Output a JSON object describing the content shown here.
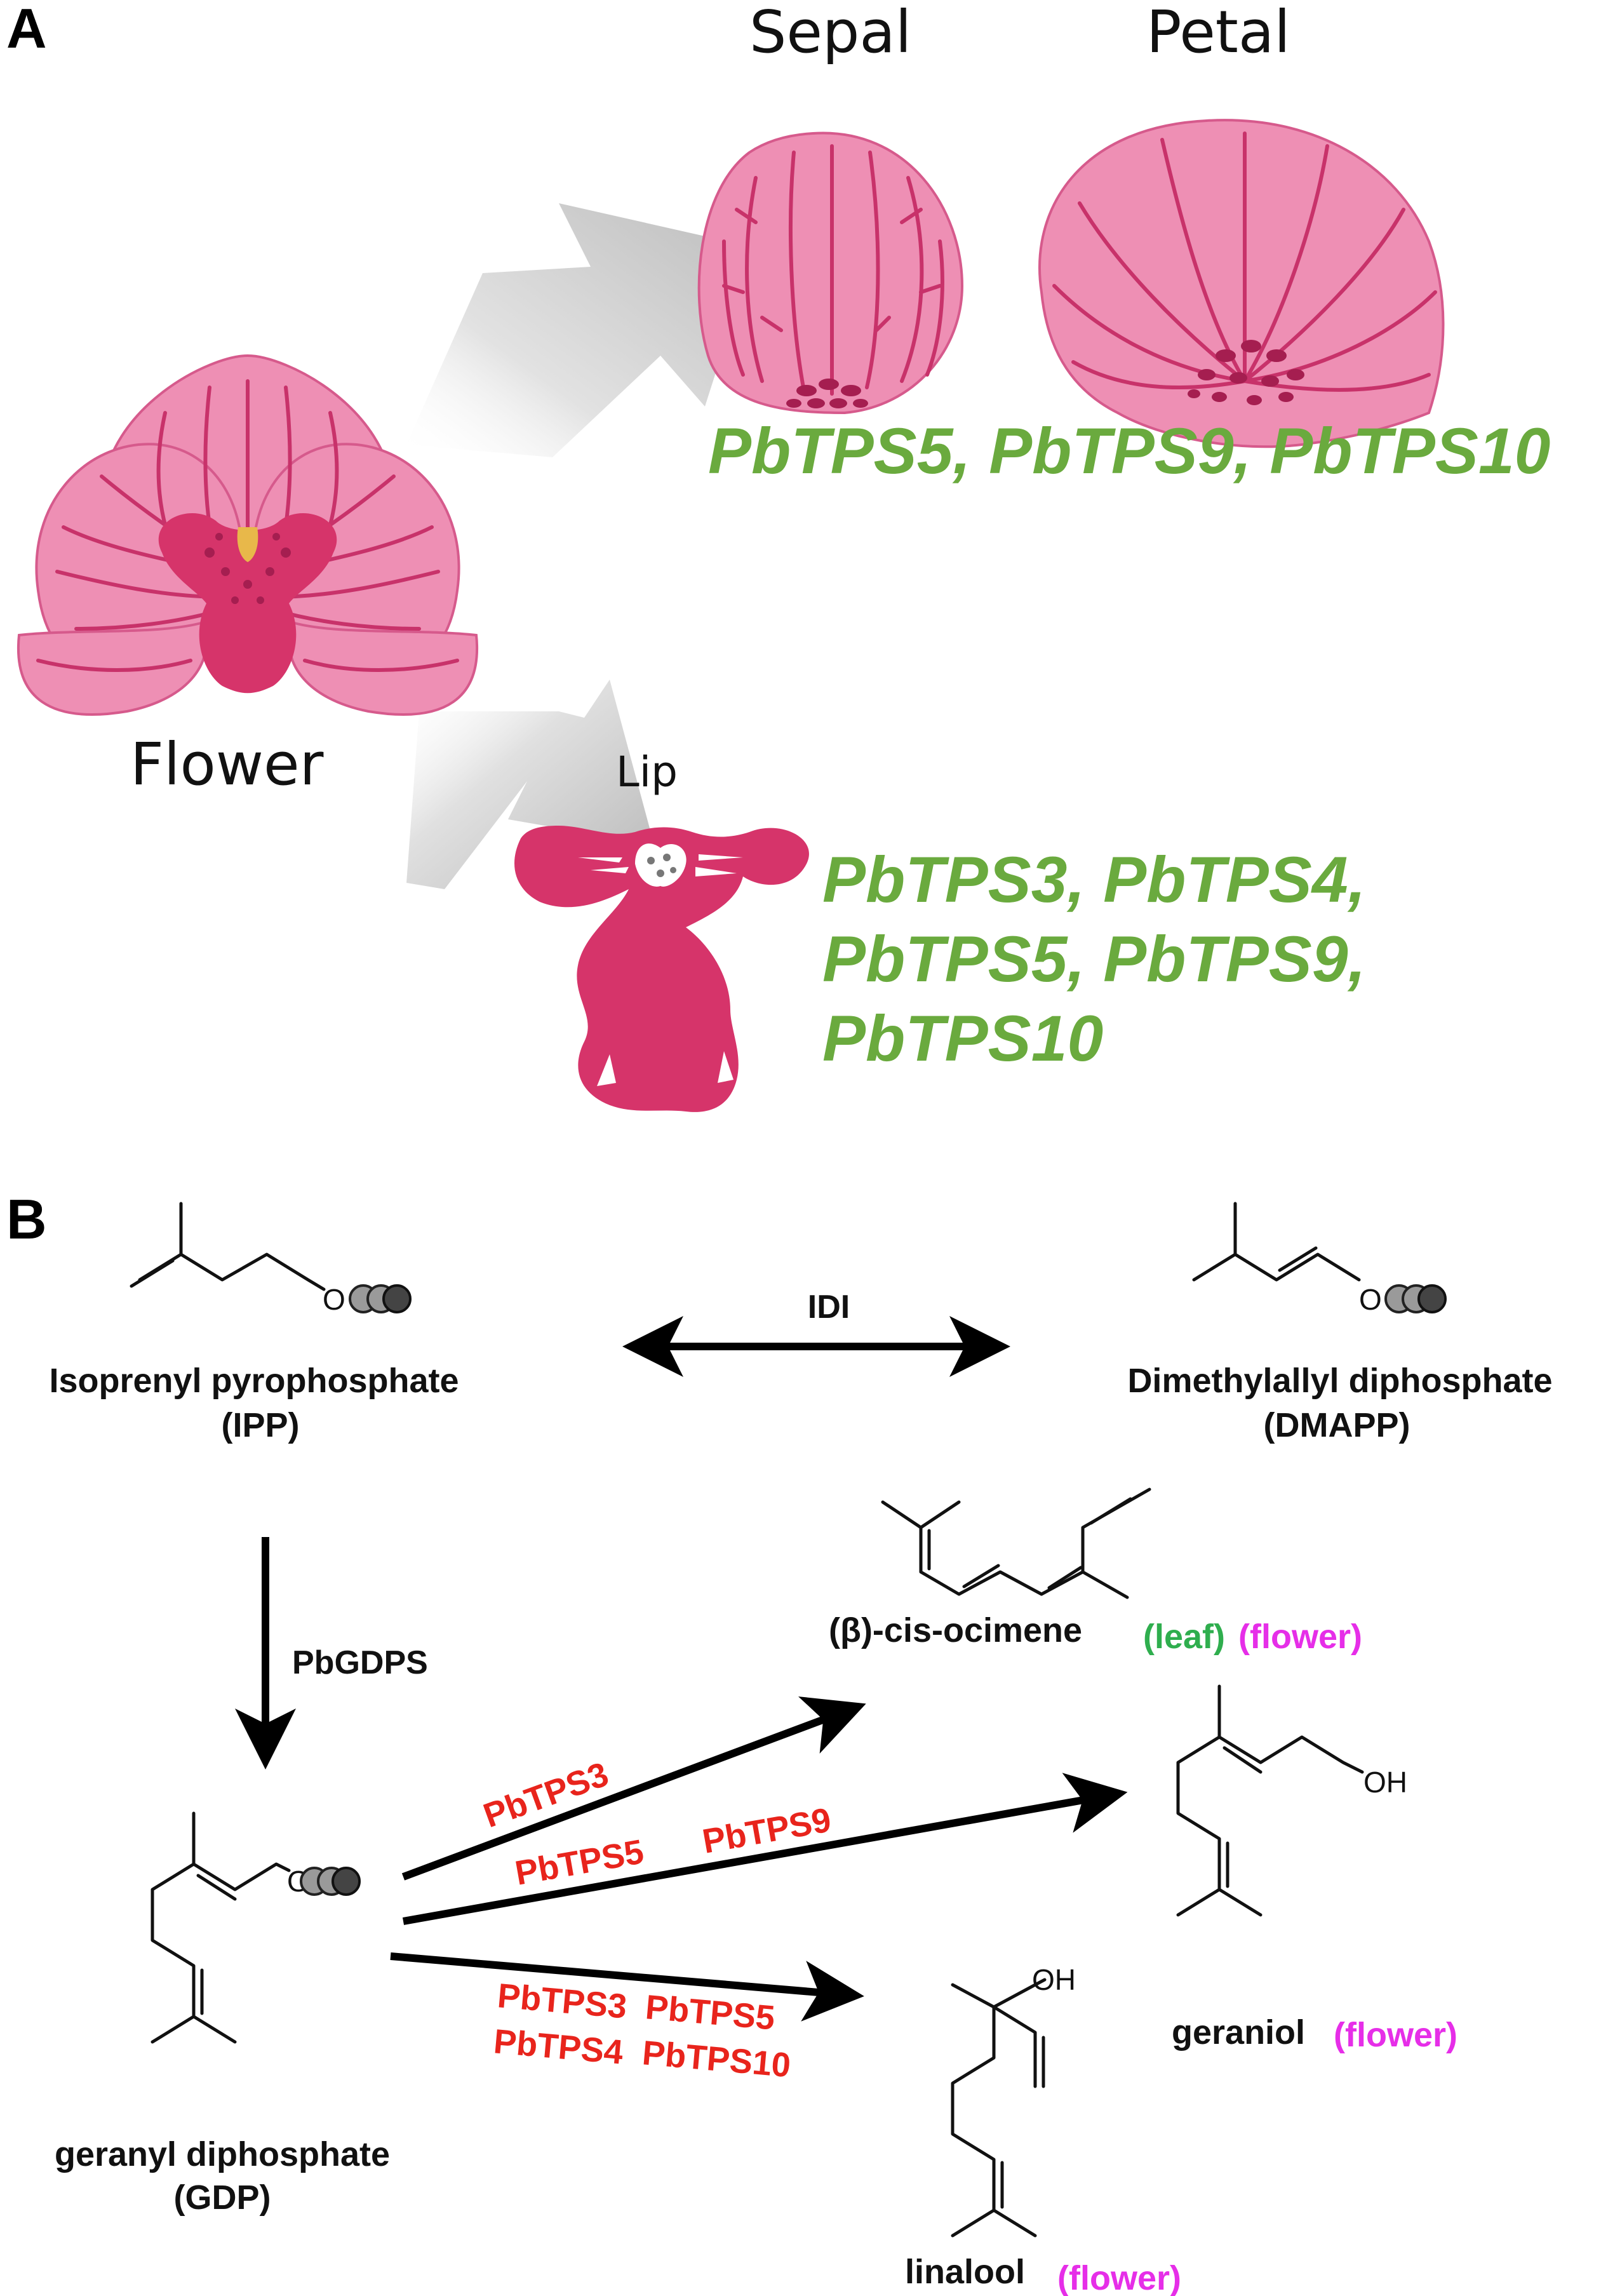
{
  "panel_a": {
    "label": "A",
    "organs": {
      "sepal": "Sepal",
      "petal": "Petal",
      "flower": "Flower",
      "lip": "Lip"
    },
    "genes_sepal_petal": "PbTPS5, PbTPS9, PbTPS10",
    "genes_lip": [
      "PbTPS3, PbTPS4,",
      "PbTPS5, PbTPS9,",
      "PbTPS10"
    ],
    "colors": {
      "petal_fill": "#ee8fb4",
      "petal_vein": "#c8326a",
      "lip_fill": "#d6346a",
      "column": "#e8b84a",
      "gene_text": "#6aaa3e",
      "arrow_gray": "#c9c9c9"
    }
  },
  "panel_b": {
    "label": "B",
    "compounds": {
      "ipp_name": "Isoprenyl pyrophosphate",
      "ipp_abbr": "(IPP)",
      "dmapp_name": "Dimethylallyl diphosphate",
      "dmapp_abbr": "(DMAPP)",
      "gdp_name": "geranyl diphosphate",
      "gdp_abbr": "(GDP)",
      "ocimene": "(β)-cis-ocimene",
      "geraniol": "geraniol",
      "linalool": "linalool"
    },
    "tissue_tags": {
      "ocimene_leaf": "(leaf)",
      "ocimene_flower": "(flower)",
      "geraniol_flower": "(flower)",
      "linalool_flower": "(flower)"
    },
    "enzymes": {
      "idi": "IDI",
      "gdps": "PbGDPS"
    },
    "tps_labels": {
      "to_ocimene": "PbTPS3",
      "to_geraniol_1": "PbTPS5",
      "to_geraniol_2": "PbTPS9",
      "to_linalool_1": "PbTPS3",
      "to_linalool_2": "PbTPS5",
      "to_linalool_3": "PbTPS4",
      "to_linalool_4": "PbTPS10"
    },
    "atoms": {
      "hydroxyl": "OH",
      "phosphate_o": "O"
    },
    "colors": {
      "enzyme_red": "#e8241c",
      "leaf_green": "#2fae4e",
      "flower_magenta": "#e62ee8"
    }
  }
}
